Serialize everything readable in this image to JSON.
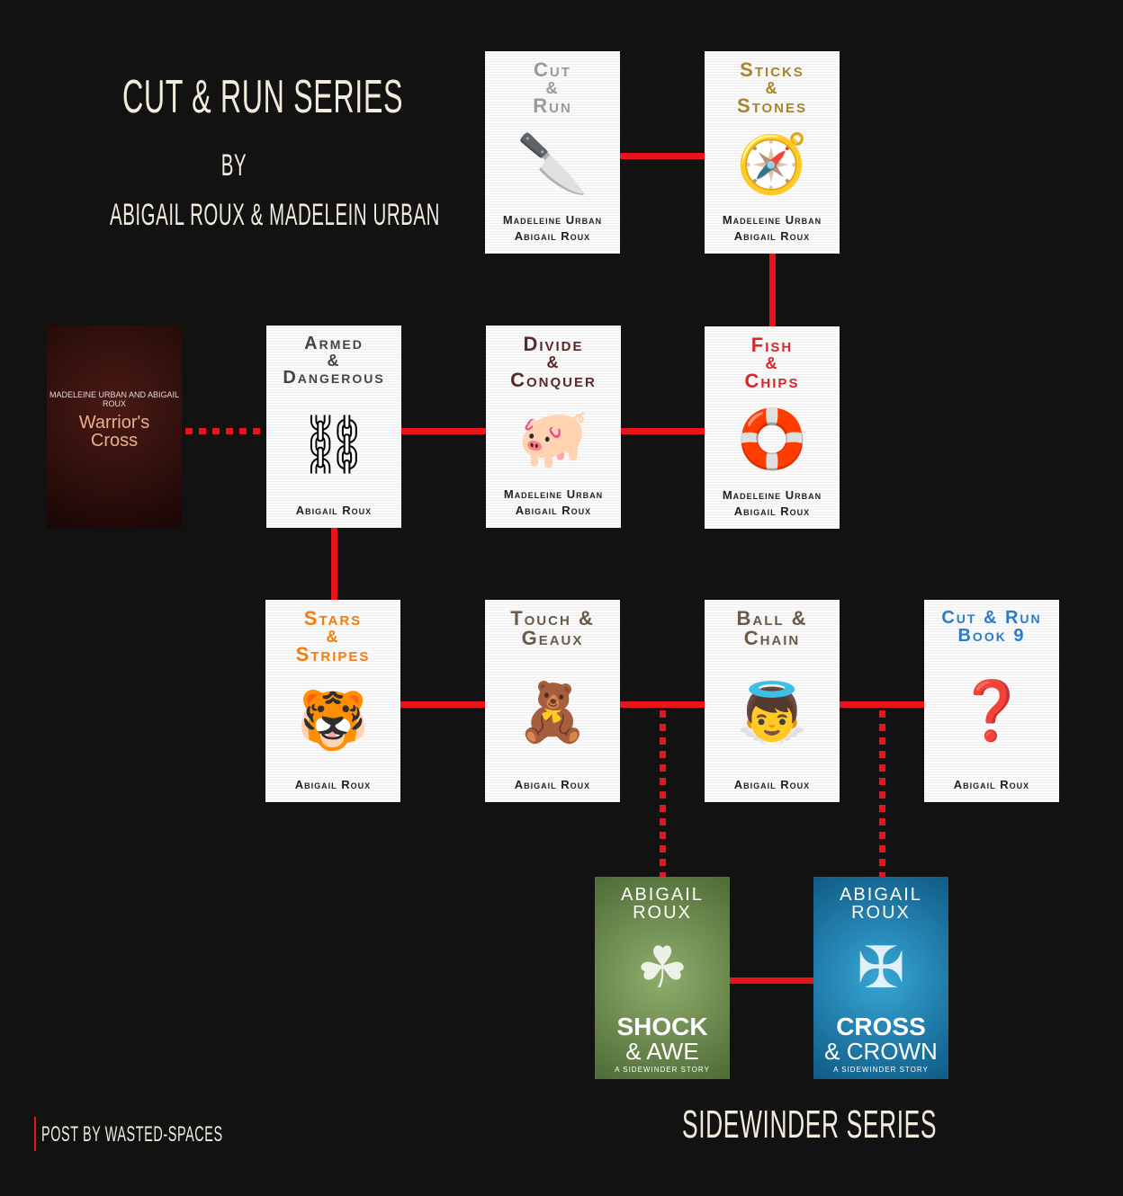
{
  "header": {
    "title": "Cut & Run Series",
    "by": "By",
    "authors": "Abigail Roux & Madelein Urban"
  },
  "sidewinder_label": "Sidewinder Series",
  "credit": "Post by Wasted-Spaces",
  "colors": {
    "connector": "#e8131b",
    "text": "#f3ecdd",
    "background": "#121212"
  },
  "books": [
    {
      "id": "cut-and-run",
      "title": [
        "Cut",
        "&",
        "Run"
      ],
      "authors": [
        "Madeleine Urban",
        "Abigail Roux"
      ],
      "icon": "knife-icon",
      "glyph": "🔪",
      "title_color": "#9a9a9a"
    },
    {
      "id": "sticks-and-stones",
      "title": [
        "Sticks",
        "&",
        "Stones"
      ],
      "authors": [
        "Madeleine Urban",
        "Abigail Roux"
      ],
      "icon": "compass-icon",
      "glyph": "🧭",
      "title_color": "#a8842c"
    },
    {
      "id": "warriors-cross",
      "title": [
        "Warrior's",
        "Cross"
      ],
      "authors": [
        "Madeleine Urban and Abigail Roux"
      ],
      "icon": "man-with-gun-icon",
      "glyph": "",
      "title_color": "#e8b08c",
      "style": "dark"
    },
    {
      "id": "armed-and-dangerous",
      "title": [
        "Armed",
        "&",
        "Dangerous"
      ],
      "authors": [
        "Abigail Roux"
      ],
      "icon": "handcuffs-icon",
      "glyph": "⛓",
      "title_color": "#444444"
    },
    {
      "id": "divide-and-conquer",
      "title": [
        "Divide",
        "&",
        "Conquer"
      ],
      "authors": [
        "Madeleine Urban",
        "Abigail Roux"
      ],
      "icon": "piggy-bank-icon",
      "glyph": "🐖",
      "title_color": "#5a2a2a"
    },
    {
      "id": "fish-and-chips",
      "title": [
        "Fish",
        "&",
        "Chips"
      ],
      "authors": [
        "Madeleine Urban",
        "Abigail Roux"
      ],
      "icon": "life-ring-icon",
      "glyph": "🛟",
      "title_color": "#d8262b"
    },
    {
      "id": "stars-and-stripes",
      "title": [
        "Stars",
        "&",
        "Stripes"
      ],
      "authors": [
        "Abigail Roux"
      ],
      "icon": "balloon-tiger-icon",
      "glyph": "🐯",
      "title_color": "#f07d10"
    },
    {
      "id": "touch-and-geaux",
      "title": [
        "Touch &",
        "Geaux"
      ],
      "authors": [
        "Abigail Roux"
      ],
      "icon": "voodoo-doll-icon",
      "glyph": "🧸",
      "title_color": "#6a5a48"
    },
    {
      "id": "ball-and-chain",
      "title": [
        "Ball &",
        "Chain"
      ],
      "authors": [
        "Abigail Roux"
      ],
      "icon": "cherub-icon",
      "glyph": "👼",
      "title_color": "#6a5a48"
    },
    {
      "id": "book-9",
      "title": [
        "Cut & Run",
        "Book 9"
      ],
      "authors": [
        "Abigail Roux"
      ],
      "icon": "question-mark-icon",
      "glyph": "❓",
      "title_color": "#2a7cc8"
    },
    {
      "id": "shock-and-awe",
      "title": [
        "Abigail",
        "Roux"
      ],
      "bottom": [
        "Shock",
        "& Awe",
        "A Sidewinder Story"
      ],
      "authors": [],
      "icon": "clover-icon",
      "glyph": "☘",
      "title_color": "#ffffff",
      "style": "green"
    },
    {
      "id": "cross-and-crown",
      "title": [
        "Abigail",
        "Roux"
      ],
      "bottom": [
        "Cross",
        "& Crown",
        "A Sidewinder Story"
      ],
      "authors": [],
      "icon": "celtic-cross-icon",
      "glyph": "✠",
      "title_color": "#ffffff",
      "style": "blue"
    }
  ]
}
